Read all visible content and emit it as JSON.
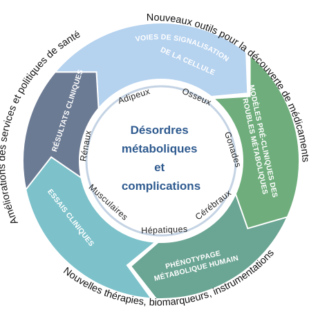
{
  "colors": {
    "voies": "#b5d2ef",
    "modeles": "#6fae7c",
    "phenotypage": "#6ba593",
    "essais": "#7dc2cb",
    "resultats": "#6c7b94",
    "ring_bg": "#ffffff",
    "inner_border": "#c4d3e4",
    "center_text": "#2e5a8f"
  },
  "center": {
    "lines": [
      "Désordres",
      "métaboliques",
      "et",
      "complications"
    ]
  },
  "organs": [
    "Adipeux",
    "Osseux",
    "Gonades",
    "Cérébraux",
    "Hépatiques",
    "Musculaires",
    "Rénaux"
  ],
  "segments": [
    {
      "key": "voies",
      "lines": [
        "VOIES DE SIGNALISATION",
        "DE LA CELLULE"
      ]
    },
    {
      "key": "modeles",
      "lines": [
        "MODÈLES PRÉ-CLINIQUES DES",
        "TROUBLES MÉTABOLIQUES"
      ]
    },
    {
      "key": "phenotypage",
      "lines": [
        "PHÉNOTYPAGE",
        "MÉTABOLIQUE HUMAIN"
      ]
    },
    {
      "key": "essais",
      "lines": [
        "ESSAIS CLINIQUES"
      ]
    },
    {
      "key": "resultats",
      "lines": [
        "RÉSULTATS CLINIQUES"
      ]
    }
  ],
  "outer_labels": {
    "top_right": "Nouveaux outils pour la découverte de médicaments",
    "bottom": "Nouvelles thérapies, biomarqueurs, instrumentations",
    "top_left": "Améliorations des services et politiques de santé"
  }
}
